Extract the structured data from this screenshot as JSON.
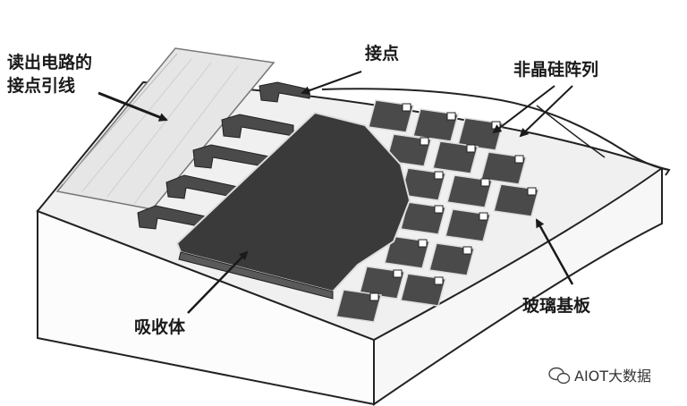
{
  "labels": {
    "readout_line1": "读出电路的",
    "readout_line2": "接点引线",
    "contact": "接点",
    "asi_array": "非晶硅阵列",
    "glass_substrate": "玻璃基板",
    "absorber": "吸收体"
  },
  "watermark": {
    "icon": "wechat-icon",
    "text": "AIOT大数据"
  },
  "colors": {
    "absorber": "#3c3c3c",
    "pixel": "#4a4a4a",
    "substrate_top": "#f2f2f2",
    "substrate_side": "#fbfbfb",
    "lead_strip": "#e0e0e0",
    "line": "#222222"
  }
}
